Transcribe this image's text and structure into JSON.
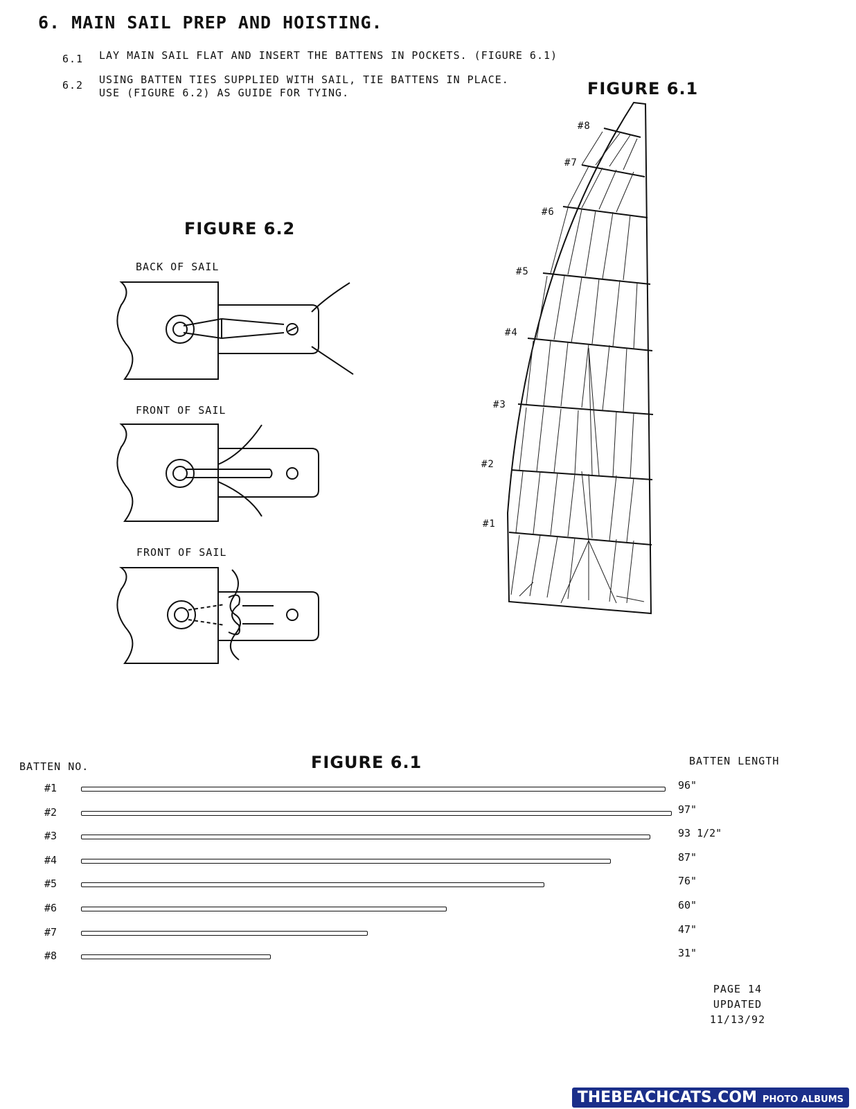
{
  "heading": "6. MAIN SAIL PREP AND HOISTING.",
  "steps": [
    {
      "num": "6.1",
      "text": "LAY MAIN SAIL FLAT AND INSERT THE BATTENS IN POCKETS.  (FIGURE 6.1)"
    },
    {
      "num": "6.2",
      "line1": "USING BATTEN TIES SUPPLIED WITH SAIL, TIE BATTENS IN PLACE.",
      "line2": "USE (FIGURE 6.2) AS GUIDE FOR TYING."
    }
  ],
  "figure_6_1_sail": {
    "title": "FIGURE 6.1",
    "batten_labels": [
      "#1",
      "#2",
      "#3",
      "#4",
      "#5",
      "#6",
      "#7",
      "#8"
    ]
  },
  "figure_6_2": {
    "title": "FIGURE 6.2",
    "panels": [
      "BACK OF SAIL",
      "FRONT OF SAIL",
      "FRONT OF SAIL"
    ]
  },
  "batten_table": {
    "title": "FIGURE 6.1",
    "col_left": "BATTEN NO.",
    "col_right": "BATTEN LENGTH",
    "rows": [
      {
        "no": "#1",
        "length": "96\"",
        "value": 96
      },
      {
        "no": "#2",
        "length": "97\"",
        "value": 97
      },
      {
        "no": "#3",
        "length": "93 1/2\"",
        "value": 93.5
      },
      {
        "no": "#4",
        "length": "87\"",
        "value": 87
      },
      {
        "no": "#5",
        "length": "76\"",
        "value": 76
      },
      {
        "no": "#6",
        "length": "60\"",
        "value": 60
      },
      {
        "no": "#7",
        "length": "47\"",
        "value": 47
      },
      {
        "no": "#8",
        "length": "31\"",
        "value": 31
      }
    ]
  },
  "footer": {
    "page": "PAGE 14",
    "updated": "UPDATED 11/13/92"
  },
  "watermark": {
    "brand": "THEBEACHCATS.COM",
    "sub": "PHOTO ALBUMS"
  }
}
